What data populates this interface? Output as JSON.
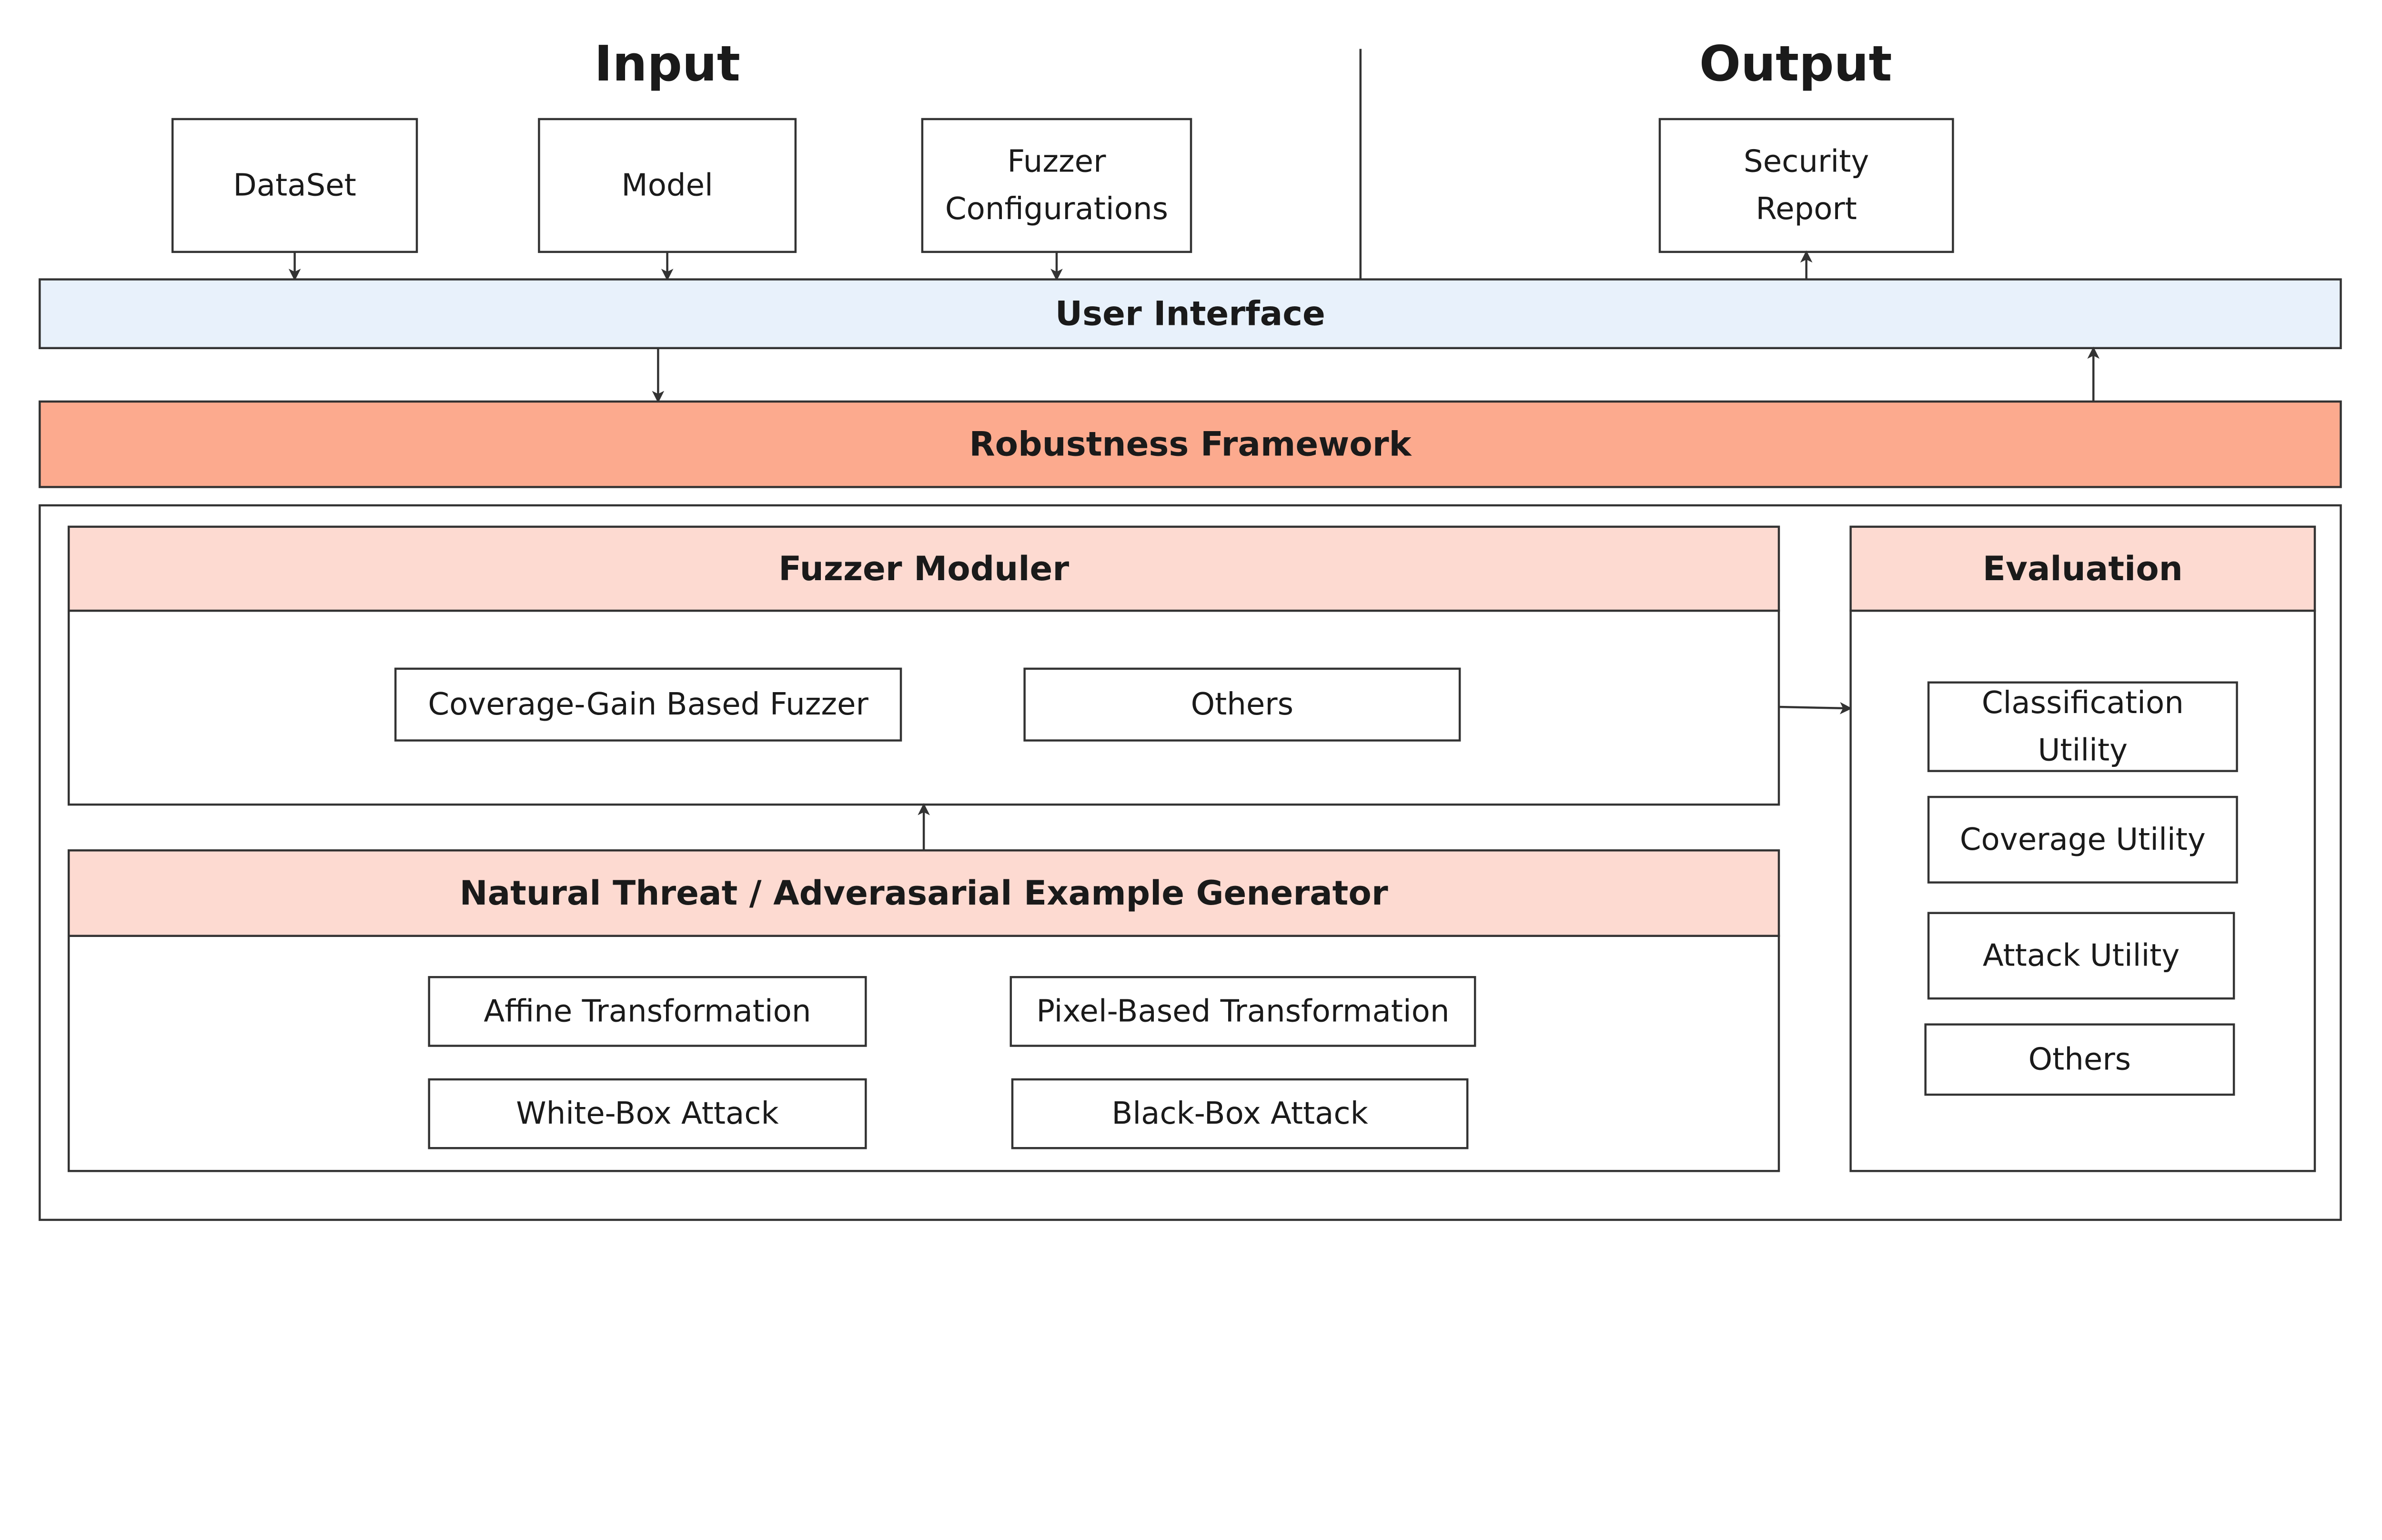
{
  "input_title": "Input",
  "output_title": "Output",
  "inputs": [
    "DataSet",
    "Model",
    "Fuzzer|Configurations"
  ],
  "output": "Security|Report",
  "user_interface": "User Interface",
  "robustness_framework": "Robustness Framework",
  "fuzzer_module": {
    "title": "Fuzzer Moduler",
    "items": [
      "Coverage-Gain Based Fuzzer",
      "Others"
    ]
  },
  "generator": {
    "title": "Natural Threat / Adverasarial Example Generator",
    "items": [
      "Affine Transformation",
      "Pixel-Based Transformation",
      "White-Box Attack",
      "Black-Box Attack"
    ]
  },
  "evaluation": {
    "title": "Evaluation",
    "items": [
      "Classification|Utility",
      "Coverage Utility",
      "Attack Utility",
      "Others"
    ]
  },
  "colors": {
    "user_interface": "#E8F1FB",
    "robustness": "#FCAA8E",
    "header": "#FDDAD1",
    "stroke": "#333333"
  }
}
